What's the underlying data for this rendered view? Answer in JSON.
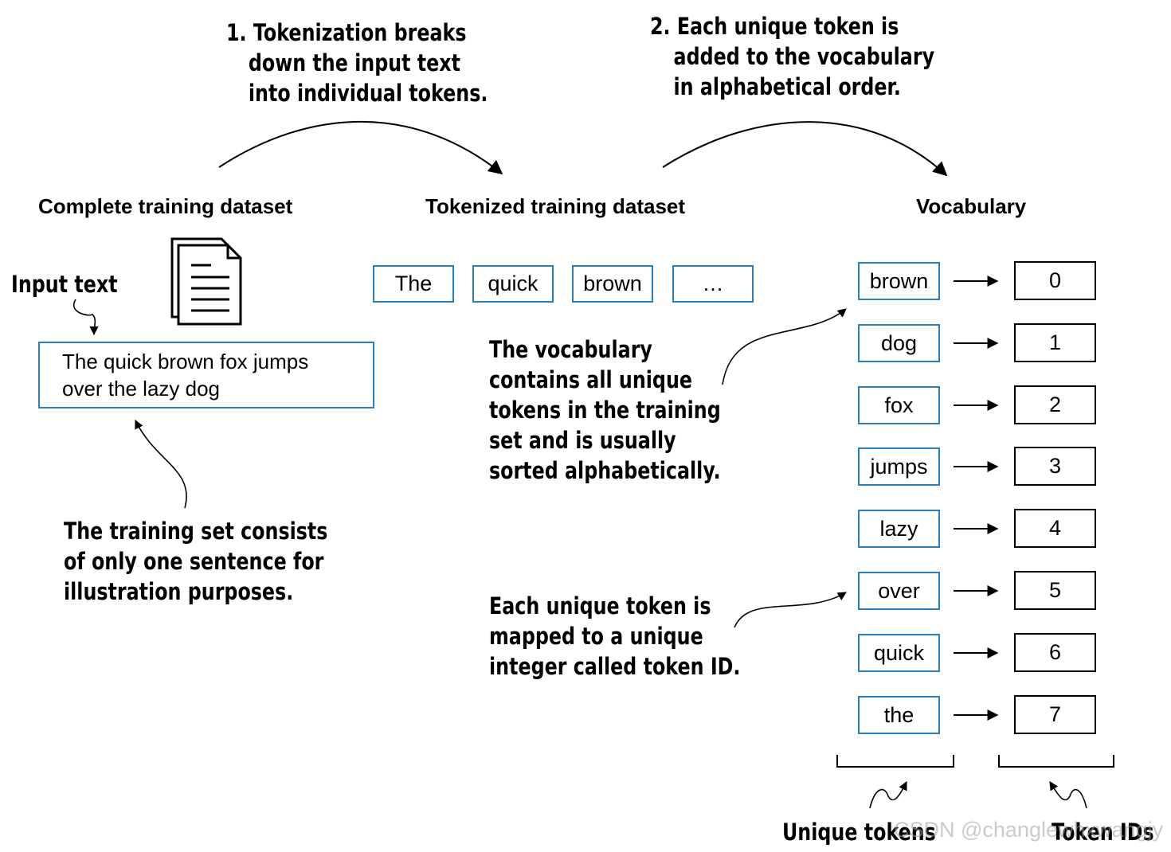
{
  "annotations": {
    "step1": [
      "1. Tokenization breaks",
      "down the input text",
      "into individual tokens."
    ],
    "step2": [
      "2. Each unique token is",
      "added to the vocabulary",
      "in alphabetical order."
    ],
    "vocab_note": [
      "The vocabulary",
      "contains all unique",
      "tokens in the training",
      "set and is usually",
      "sorted alphabetically."
    ],
    "mapping_note": [
      "Each unique token is",
      "mapped to a unique",
      "integer called token ID."
    ],
    "training_note": [
      "The training set consists",
      "of only one sentence for",
      "illustration purposes."
    ],
    "input_text_label": "Input text",
    "unique_tokens_label": "Unique tokens",
    "token_ids_label": "Token IDs"
  },
  "headers": {
    "complete": "Complete training dataset",
    "tokenized": "Tokenized training dataset",
    "vocabulary": "Vocabulary"
  },
  "input_text": [
    "The quick brown fox jumps",
    "over the lazy dog"
  ],
  "tokenized": [
    "The",
    "quick",
    "brown",
    "…"
  ],
  "vocabulary": [
    {
      "token": "brown",
      "id": "0"
    },
    {
      "token": "dog",
      "id": "1"
    },
    {
      "token": "fox",
      "id": "2"
    },
    {
      "token": "jumps",
      "id": "3"
    },
    {
      "token": "lazy",
      "id": "4"
    },
    {
      "token": "over",
      "id": "5"
    },
    {
      "token": "quick",
      "id": "6"
    },
    {
      "token": "the",
      "id": "7"
    }
  ],
  "watermark": "CSDN @changlewhxwangjy",
  "colors": {
    "box_border": "#2a7fc0",
    "text": "#000000"
  },
  "icons": {
    "document": "document-icon"
  }
}
